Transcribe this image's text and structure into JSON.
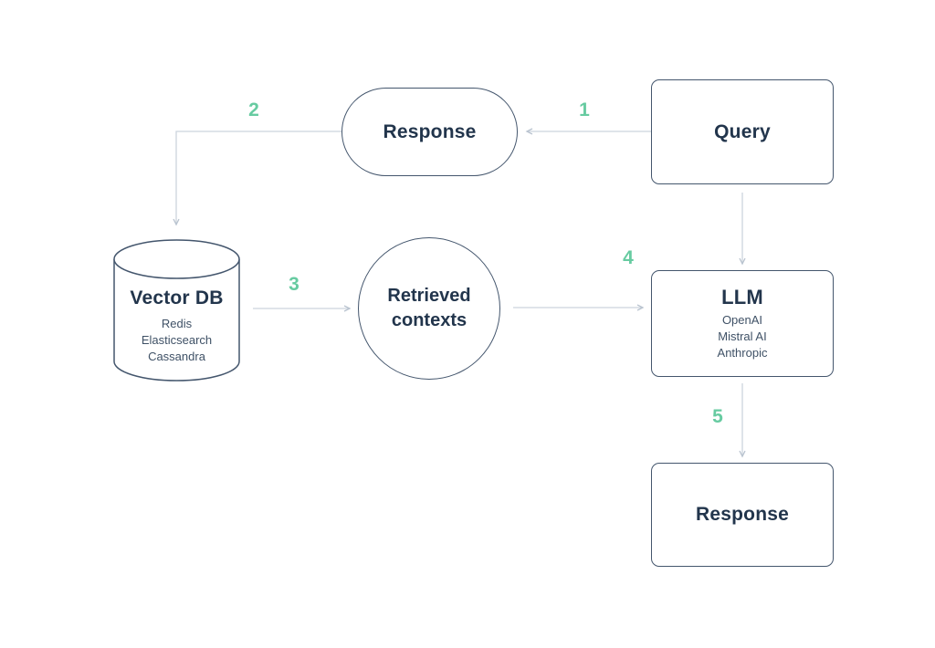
{
  "diagram": {
    "type": "flowchart",
    "colors": {
      "node_outline": "#44566d",
      "node_title_text": "#22354c",
      "node_sub_text": "#3f5166",
      "connector_line": "#ccd4dd",
      "arrowhead": "#b9c3cf",
      "step_accent_green": "#67cba1",
      "background": "#ffffff"
    },
    "nodes": {
      "response_top": {
        "label": "Response",
        "shape": "stadium"
      },
      "query": {
        "label": "Query",
        "shape": "rectangle"
      },
      "vector_db": {
        "label": "Vector DB",
        "shape": "cylinder",
        "items": [
          "Redis",
          "Elasticsearch",
          "Cassandra"
        ]
      },
      "retrieved_contexts": {
        "label": "Retrieved contexts",
        "shape": "circle"
      },
      "llm": {
        "label": "LLM",
        "shape": "rectangle",
        "items": [
          "OpenAI",
          "Mistral AI",
          "Anthropic"
        ]
      },
      "response_bottom": {
        "label": "Response",
        "shape": "rectangle"
      }
    },
    "steps": {
      "s1": "1",
      "s2": "2",
      "s3": "3",
      "s4": "4",
      "s5": "5"
    }
  }
}
